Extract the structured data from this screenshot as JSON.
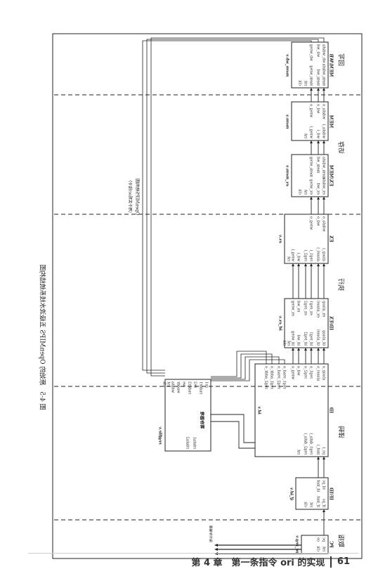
{
  "figure": {
    "caption": "图 4-5　原始的 OpenMIPS 五级流水线系统结构图",
    "title_line1": "OpenMIPS结构图",
    "title_line2": "（用于实现ori指令）",
    "stages": [
      "取指",
      "译码",
      "执行",
      "访存",
      "回写"
    ],
    "instr_mem_label": "指令存储器"
  },
  "modules": {
    "pc": {
      "name": "PC",
      "file": "pc_reg.v",
      "ports": [
        "rst",
        "clk",
        "pc",
        "ce"
      ]
    },
    "if_id": {
      "name": "IF/ID",
      "file": "if_id.v",
      "ports": [
        "if_pc",
        "if_inst",
        "rst",
        "clk",
        "id_pc",
        "id_inst"
      ]
    },
    "id": {
      "name": "ID",
      "file": "id.v",
      "ports": [
        "pc_i",
        "inst_i",
        "reg1_data_i",
        "reg2_data_i",
        "rst",
        "aluop_o",
        "alusel_o",
        "reg1_o",
        "reg2_o",
        "wd_o",
        "wreg_o",
        "reg1_read_o",
        "reg2_read_o",
        "reg1_addr_o",
        "reg2_addr_o"
      ]
    },
    "regfile": {
      "name": "寄存器堆",
      "file": "regfile.v",
      "ports": [
        "re1",
        "raddr1",
        "re2",
        "raddr2",
        "we",
        "waddr",
        "wdata",
        "rst",
        "clk",
        "rdata1",
        "rdata2"
      ]
    },
    "id_ex": {
      "name": "ID/EX",
      "file": "id_ex.v",
      "ports": [
        "id_aluop",
        "id_alusel",
        "id_reg1",
        "id_reg2",
        "id_wd",
        "id_wreg",
        "rst",
        "clk",
        "ex_aluop",
        "ex_alusel",
        "ex_reg1",
        "ex_reg2",
        "ex_wd",
        "ex_wreg"
      ]
    },
    "ex": {
      "name": "EX",
      "file": "ex.v",
      "ports": [
        "aluop_i",
        "alusel_i",
        "reg1_i",
        "reg2_i",
        "wd_i",
        "wreg_i",
        "rst",
        "wdata_o",
        "wd_o",
        "wreg_o"
      ]
    },
    "ex_mem": {
      "name": "EX/MEM",
      "file": "ex_mem.v",
      "ports": [
        "ex_wdata",
        "ex_wd",
        "ex_wreg",
        "rst",
        "clk",
        "mem_wdata",
        "mem_wd",
        "mem_wreg"
      ]
    },
    "mem": {
      "name": "MEM",
      "file": "mem.v",
      "ports": [
        "wdata_i",
        "wd_i",
        "wreg_i",
        "rst",
        "wdata_o",
        "wd_o",
        "wreg_o"
      ]
    },
    "mem_wb": {
      "name": "MEM/WB",
      "file": "mem_wb.v",
      "ports": [
        "mem_wdata",
        "mem_wd",
        "mem_wreg",
        "rst",
        "clk",
        "wb_wdata",
        "wb_wd",
        "wb_wreg"
      ]
    }
  },
  "footer": {
    "chapter": "第 4 章　第一条指令 ori 的实现",
    "page": "61"
  }
}
